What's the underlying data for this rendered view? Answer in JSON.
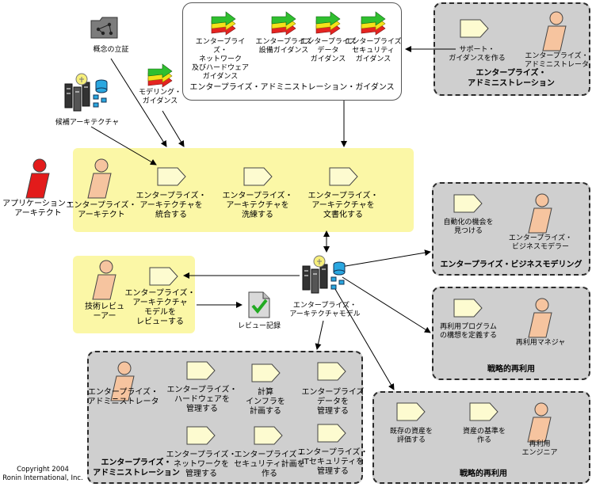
{
  "colors": {
    "yellow_area": "#fbf7a6",
    "gray_area": "#cfcfcf",
    "role_fill": "#f6c49f",
    "role_red": "#e31b1b",
    "task_fill": "#fdfbd0"
  },
  "guidance_box": {
    "title": "エンタープライズ・アドミニストレーション・ガイダンス",
    "items": [
      "エンタープライズ・\nネットワーク\n及びハードウェア\nガイダンス",
      "エンタープライズ\n設備ガイダンス",
      "エンタープライズ\nデータ\nガイダンス",
      "エンタープライズ\nセキュリティ\nガイダンス"
    ]
  },
  "admin_top": {
    "title": "エンタープライズ・\nアドミニストレーション",
    "task": "サポート・\nガイダンスを作る",
    "role": "エンタープライズ・\nアドミニストレータ"
  },
  "left_artifacts": {
    "concept": "概念の立証",
    "candidate": "候補アーキテクチャ",
    "modeling": "モデリング・\nガイダンス"
  },
  "main_role": {
    "name": "アプリケーション・\nアーキテクト"
  },
  "main_area": {
    "role": "エンタープライズ・\nアーキテクト",
    "tasks": [
      "エンタープライズ・\nアーキテクチャを\n統合する",
      "エンタープライズ・\nアーキテクチャを\n洗練する",
      "エンタープライズ・\nアーキテクチャを\n文書化する"
    ]
  },
  "review_area": {
    "role": "技術レビュ\nーアー",
    "task": "エンタープライズ・\nアーキテクチャ\nモデルを\nレビューする",
    "output": "レビュー記録"
  },
  "model": {
    "label": "エンタープライズ・\nアーキテクチャモデル"
  },
  "business_modeling": {
    "title": "エンタープライズ・ビジネスモデリング",
    "task": "自動化の機会を\n見つける",
    "role": "エンタープライズ・\nビジネスモデラー"
  },
  "strategic_reuse_1": {
    "title": "戦略的再利用",
    "task": "再利用プログラム\nの構想を定義する",
    "role": "再利用マネジャ"
  },
  "strategic_reuse_2": {
    "title": "戦略的再利用",
    "tasks": [
      "既存の資産を\n評価する",
      "資産の基準を\n作る"
    ],
    "role": "再利用\nエンジニア"
  },
  "admin_bottom": {
    "title": "エンタープライズ・\nアドミニストレーション",
    "role": "エンタープライズ・\nアドミニストレータ",
    "tasks": [
      "エンタープライズ・\nハードウェアを\n管理する",
      "計算\nインフラを\n計画する",
      "エンタープライズ\nデータを\n管理する",
      "エンタープライズ・\nネットワークを\n管理する",
      "エンタープライズ・\nセキュリティ計画を\n作る",
      "エンタープライズ・\nITセキュリティを\n管理する"
    ]
  },
  "copyright": "Copyright 2004\nRonin International, Inc."
}
